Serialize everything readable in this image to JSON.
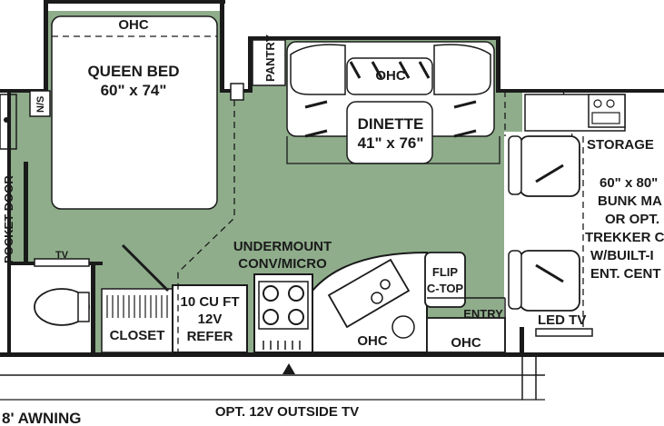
{
  "labels": {
    "ohc_bed": "OHC",
    "queen_bed": "QUEEN BED",
    "queen_size": "60\" x 74\"",
    "ns": "N/S",
    "pantry": "PANTRY",
    "ohc_dinette": "OHC",
    "dinette": "DINETTE",
    "dinette_size": "41\" x 76\"",
    "storage": "STORAGE",
    "bunk_1": "60\" x 80\"",
    "bunk_2": "BUNK MA",
    "bunk_3": "OR OPT.",
    "bunk_4": "TREKKER C",
    "bunk_5": "W/BUILT-I",
    "bunk_6": "ENT. CENT",
    "pocket_door": "POCKET DOOR",
    "tv": "TV",
    "undermount_1": "UNDERMOUNT",
    "undermount_2": "CONV/MICRO",
    "refer_1": "10 CU FT",
    "refer_2": "12V",
    "refer_3": "REFER",
    "flip_1": "FLIP",
    "flip_2": "C-TOP",
    "closet": "CLOSET",
    "ohc_sink": "OHC",
    "ohc_entry": "OHC",
    "entry": "ENTRY",
    "led_tv": "LED TV",
    "awning": "8' AWNING",
    "outside_tv": "OPT. 12V OUTSIDE TV"
  },
  "colors": {
    "floor": "#8fad8b",
    "wall": "#1a1a1a",
    "fixture": "#ffffff"
  }
}
